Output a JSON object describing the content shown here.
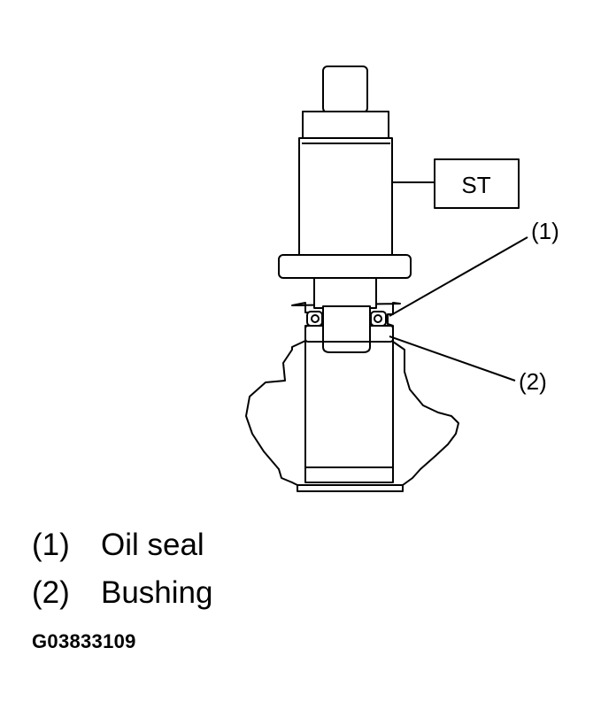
{
  "diagram": {
    "tool_label": "ST",
    "callouts": [
      {
        "marker": "(1)"
      },
      {
        "marker": "(2)"
      }
    ]
  },
  "legend": [
    {
      "marker": "(1)",
      "text": "Oil seal"
    },
    {
      "marker": "(2)",
      "text": "Bushing"
    }
  ],
  "figure_code": "G03833109",
  "colors": {
    "line": "#000000",
    "background": "#ffffff"
  }
}
